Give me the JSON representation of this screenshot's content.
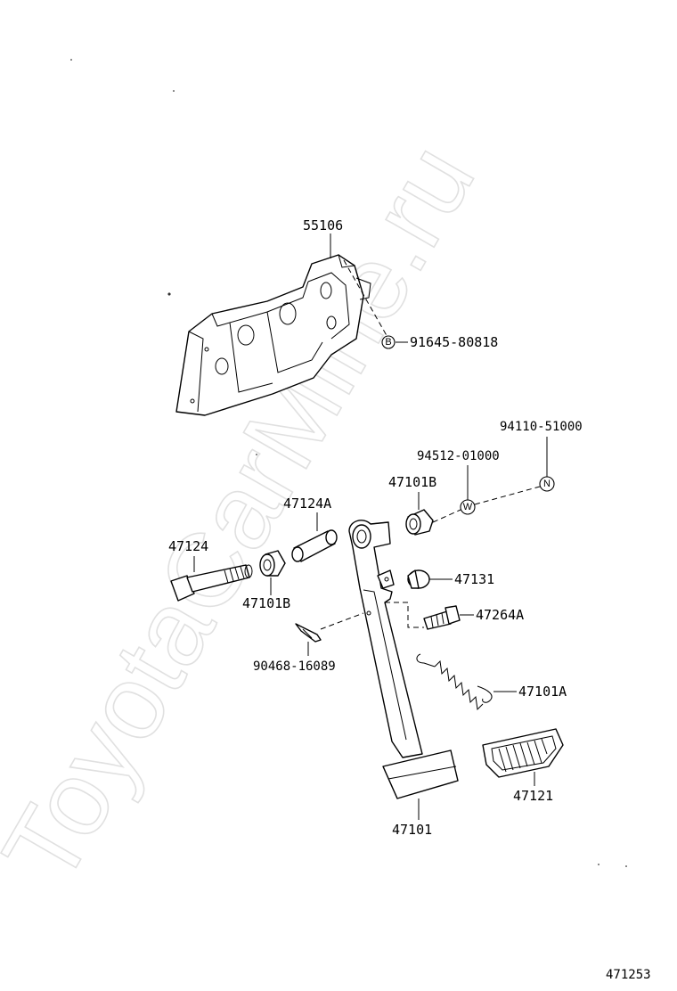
{
  "watermark": "ToyotaCarMine.ru",
  "diagram_id": "471253",
  "symbols": {
    "b": "B",
    "w": "W",
    "n": "N"
  },
  "parts": {
    "bracket": "55106",
    "bolt_b": "91645-80818",
    "nut_n": "94110-51000",
    "washer_w": "94512-01000",
    "bushing_right": "47101B",
    "collar": "47124A",
    "bolt": "47124",
    "bushing_left": "47101B",
    "stopper": "47131",
    "switch_bolt": "47264A",
    "clip": "90468-16089",
    "spring": "47101A",
    "pad": "47121",
    "pedal": "47101"
  },
  "colors": {
    "line": "#000000",
    "watermark": "#c8c8c8",
    "background": "#ffffff"
  }
}
